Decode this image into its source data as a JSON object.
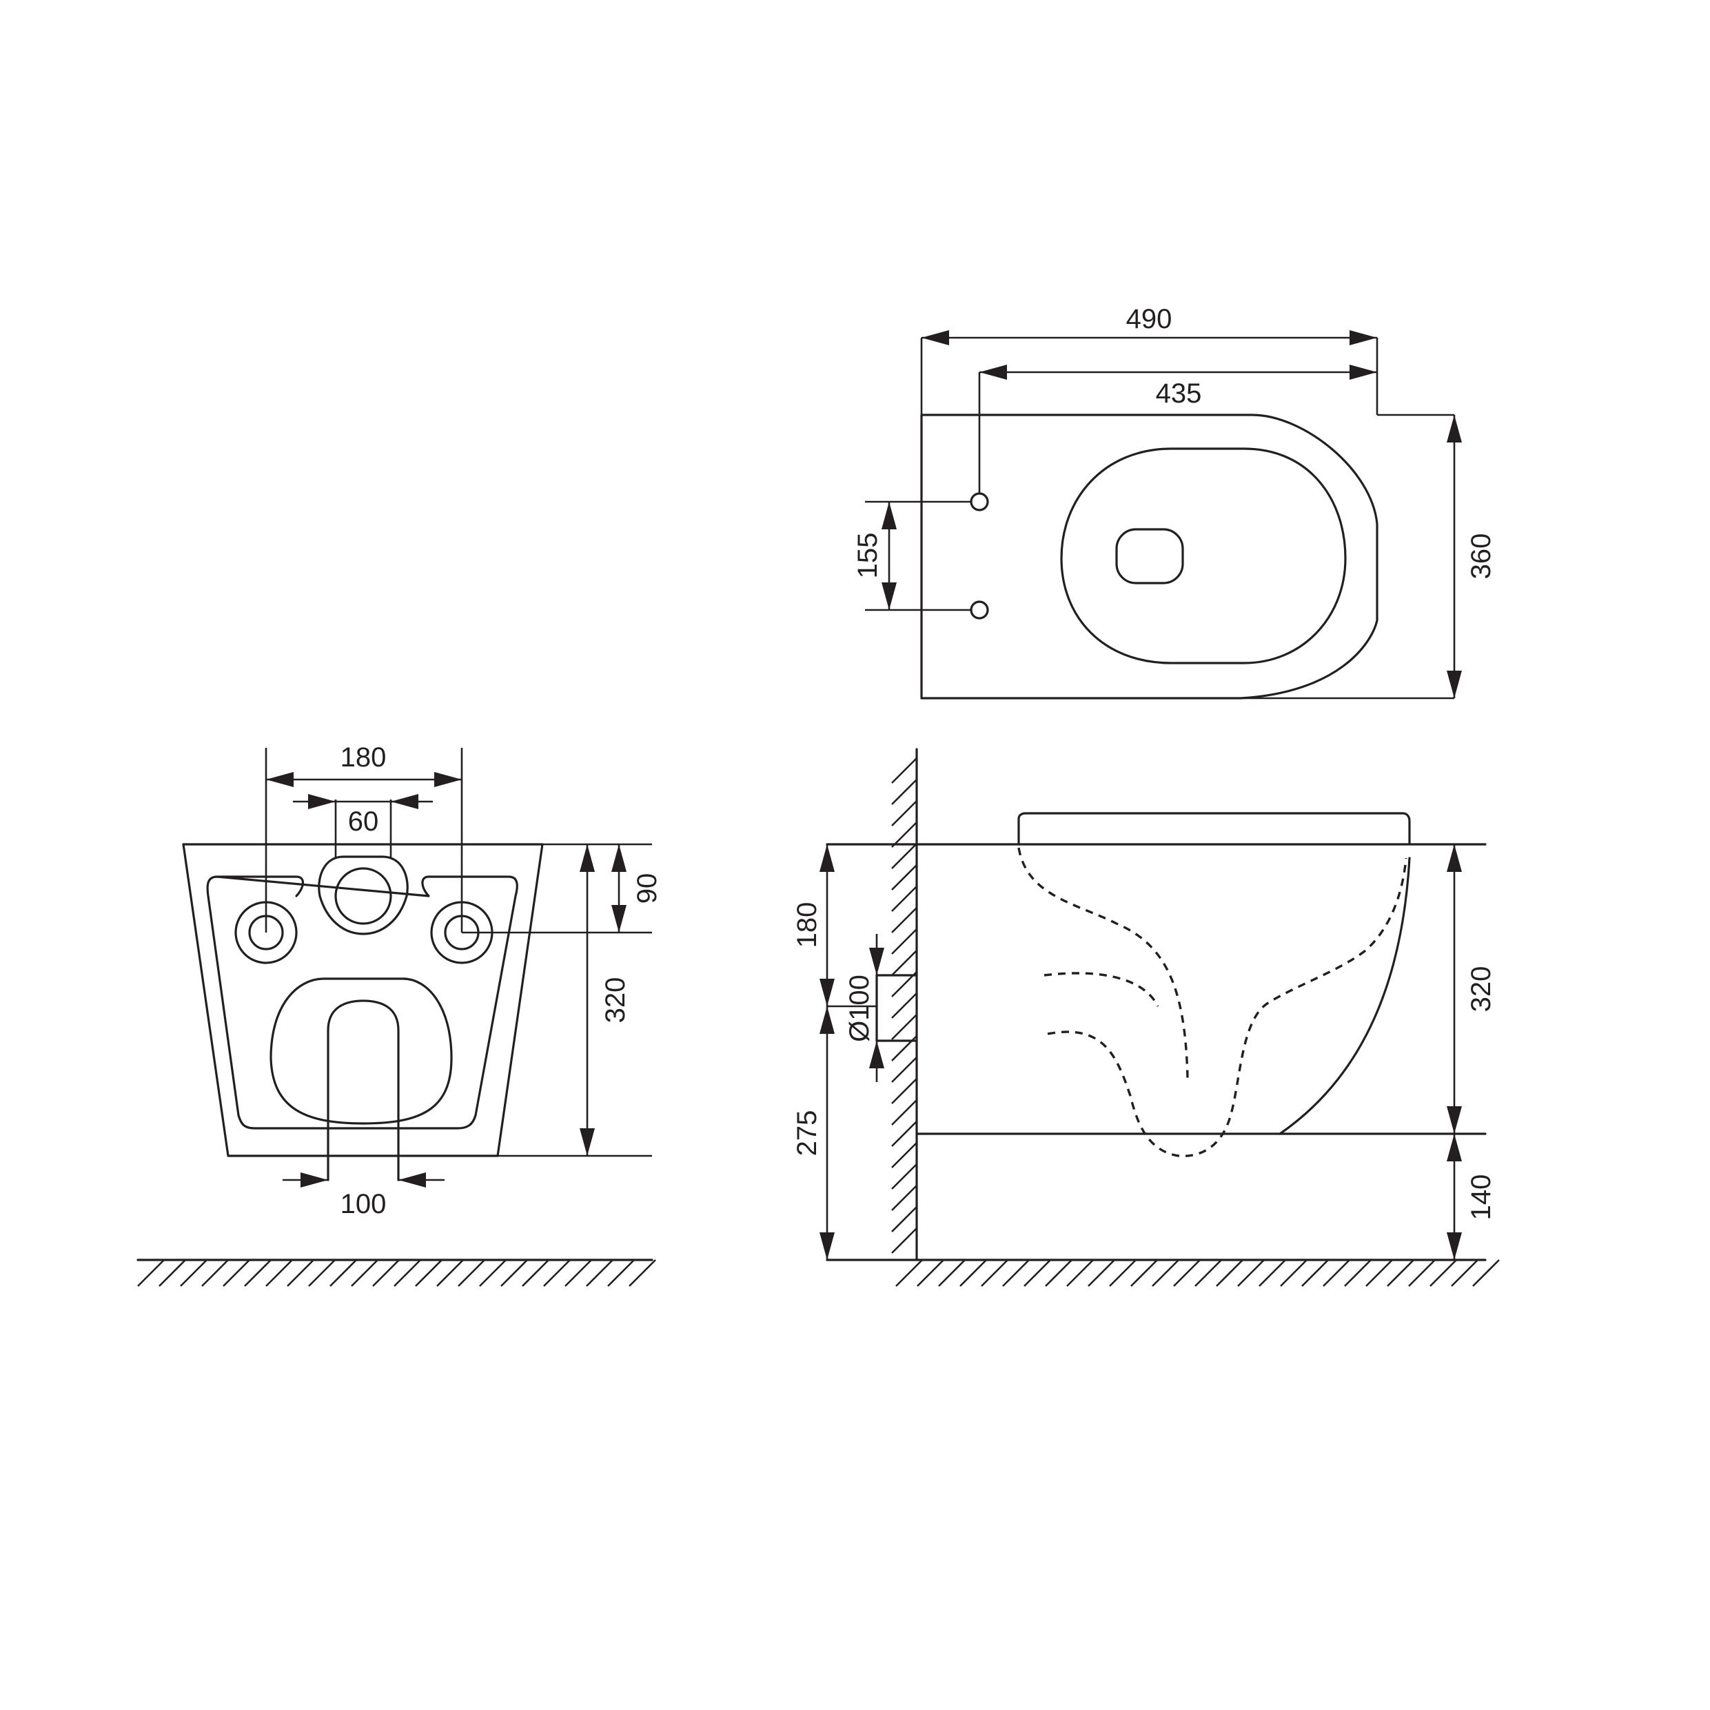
{
  "colors": {
    "line": "#231f20",
    "background": "#ffffff"
  },
  "top_view": {
    "overall_length": "490",
    "fixing_to_front": "435",
    "fixing_spacing": "155",
    "width": "360"
  },
  "front_view": {
    "fixing_spacing": "180",
    "inlet_width": "60",
    "inlet_height": "90",
    "height": "320",
    "outlet_width": "100"
  },
  "side_view": {
    "outlet_height": "180",
    "outlet_diameter": "Ø100",
    "bottom_height": "275",
    "bowl_height": "320",
    "underside_height": "140"
  }
}
